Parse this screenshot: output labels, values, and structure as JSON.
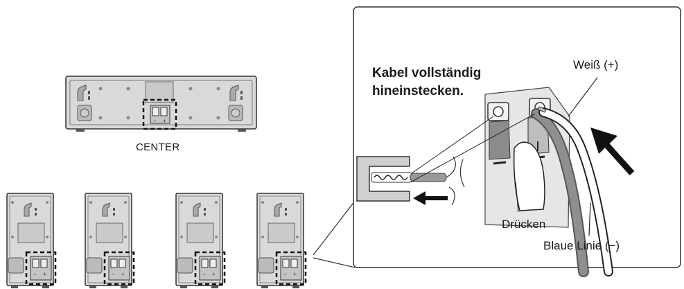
{
  "labels": {
    "center": "CENTER",
    "instruction_line1": "Kabel vollständig",
    "instruction_line2": "hineinstecken.",
    "white_plus": "Weiß (+)",
    "press": "Drücken",
    "blue_line_minus": "Blaue Linie (−)"
  },
  "terminal_marks": {
    "minus": "−",
    "plus": "+"
  },
  "colors": {
    "outline": "#333333",
    "speaker_body": "#d9d9d9",
    "speaker_panel": "#c4c4c4",
    "wire_gray": "#8f8f8f",
    "wire_dark": "#555555"
  },
  "icons": {
    "push_arrow": "arrow-up-left-icon",
    "insert_arrow": "arrow-left-icon"
  }
}
